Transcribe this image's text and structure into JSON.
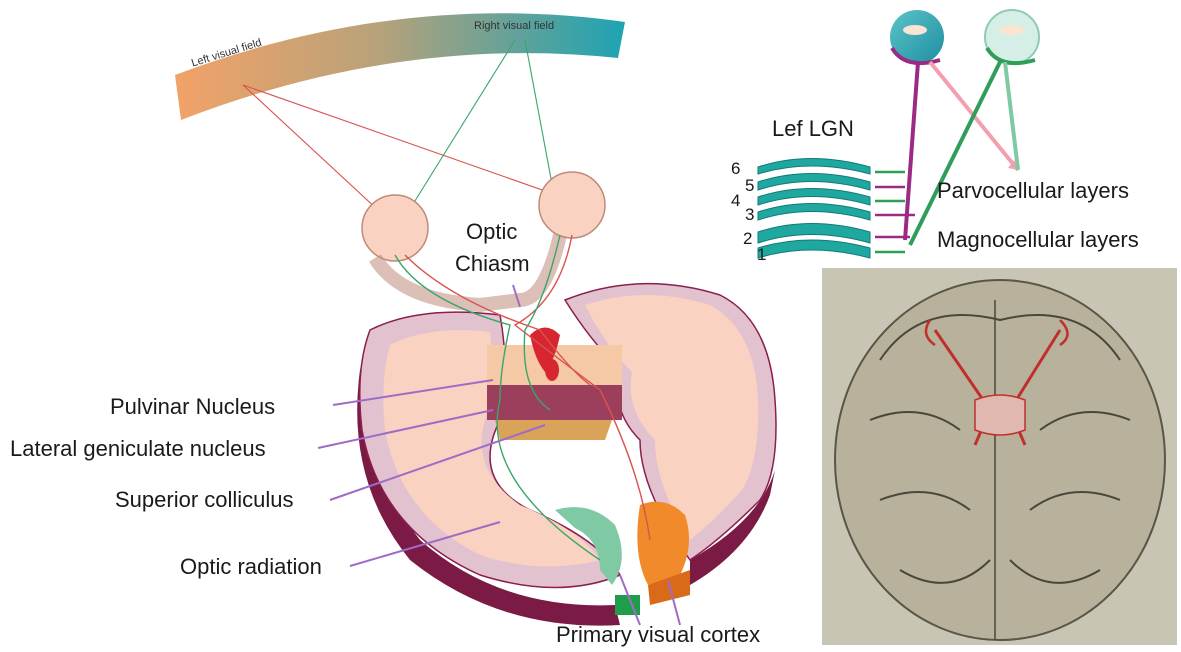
{
  "visual_field": {
    "left_label": "Left visual field",
    "right_label": "Right visual field"
  },
  "pathway_labels": {
    "optic_chiasm_line1": "Optic",
    "optic_chiasm_line2": "Chiasm",
    "pulvinar": "Pulvinar Nucleus",
    "lgn": "Lateral geniculate nucleus",
    "superior_colliculus": "Superior colliculus",
    "optic_radiation": "Optic radiation",
    "primary_visual_cortex": "Primary visual cortex"
  },
  "lgn_inset": {
    "title": "Lef LGN",
    "layer_numbers": [
      "6",
      "5",
      "4",
      "3",
      "2",
      "1"
    ],
    "parvo_label": "Parvocellular layers",
    "magno_label": "Magnocellular layers"
  },
  "colors": {
    "field_left": "#f2a268",
    "field_right": "#1ea3b3",
    "tissue": "#f9d2c1",
    "cortex_edge": "#8a1f4e",
    "lgn_layer": "#1fa8a0",
    "left_eye_path": "#9b2a85",
    "right_eye_path": "#2e9e58",
    "label_line": "#a06bc6"
  }
}
